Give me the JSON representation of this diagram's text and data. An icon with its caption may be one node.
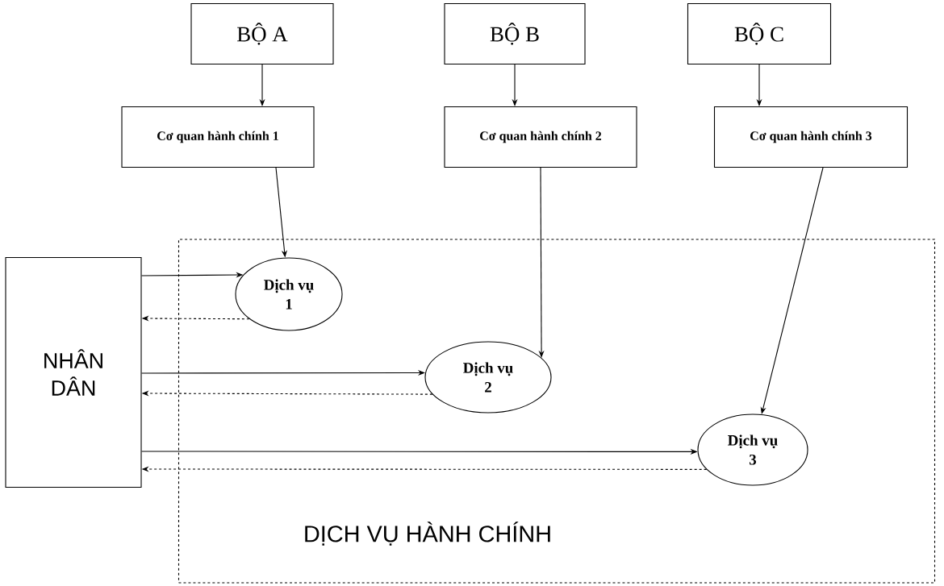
{
  "diagram": {
    "nodes": [
      {
        "text": [
          "BỘ A"
        ]
      },
      {
        "text": [
          "BỘ B"
        ]
      },
      {
        "text": [
          "BỘ C"
        ]
      },
      {
        "text": [
          "Cơ quan hành chính 1"
        ]
      },
      {
        "text": [
          "Cơ quan hành chính 2"
        ]
      },
      {
        "text": [
          "Cơ quan hành chính 3"
        ]
      },
      {
        "text": [
          "DỊCH VỤ HÀNH CHÍNH"
        ]
      },
      {
        "text": [
          "NHÂN DÂN"
        ]
      },
      {
        "text": [
          "Dịch vụ 1"
        ],
        "in": 6
      },
      {
        "text": [
          "Dịch vụ 2"
        ],
        "in": 6
      },
      {
        "text": [
          "Dịch vụ 3"
        ],
        "in": 6
      }
    ],
    "edges": [
      {
        "from": 0,
        "to": 3,
        "arrow": "to"
      },
      {
        "from": 1,
        "to": 4,
        "arrow": "to"
      },
      {
        "from": 2,
        "to": 5,
        "arrow": "to"
      },
      {
        "from": 3,
        "to": 8,
        "arrow": "to"
      },
      {
        "from": 4,
        "to": 9,
        "arrow": "to"
      },
      {
        "from": 5,
        "to": 10,
        "arrow": "to"
      },
      {
        "from": 7,
        "to": 8,
        "arrow": "to"
      },
      {
        "from": 8,
        "to": 7,
        "arrow": "to",
        "style": "dashed"
      },
      {
        "from": 7,
        "to": 9,
        "arrow": "to"
      },
      {
        "from": 9,
        "to": 7,
        "arrow": "to",
        "style": "dashed"
      },
      {
        "from": 7,
        "to": 10,
        "arrow": "to"
      },
      {
        "from": 10,
        "to": 7,
        "arrow": "to",
        "style": "dashed"
      }
    ]
  }
}
